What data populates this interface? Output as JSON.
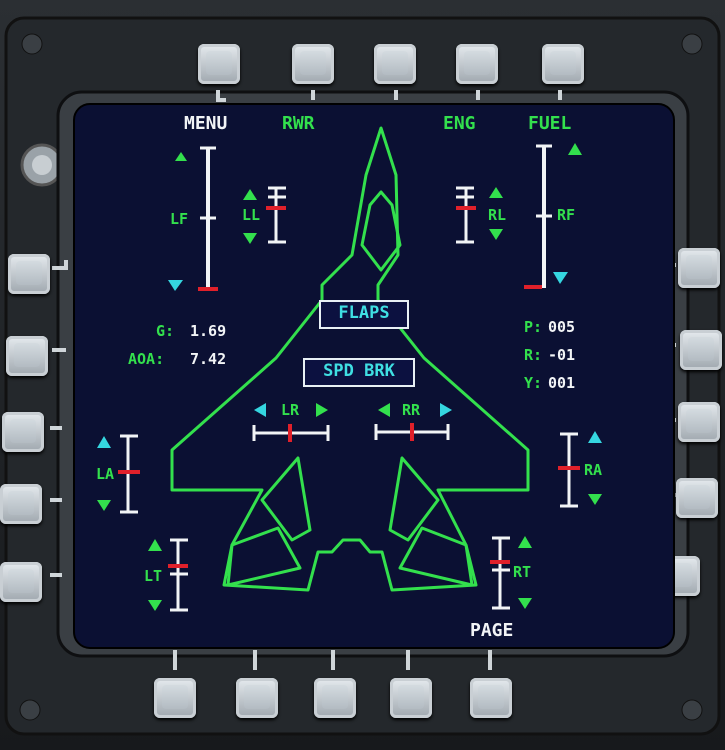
{
  "osb_labels": {
    "menu": "MENU",
    "rwr": "RWR",
    "eng": "ENG",
    "fuel": "FUEL",
    "page": "PAGE"
  },
  "surfaces": {
    "lf": "LF",
    "rf": "RF",
    "ll": "LL",
    "rl": "RL",
    "la": "LA",
    "ra": "RA",
    "lt": "LT",
    "rt": "RT",
    "lr": "LR",
    "rr": "RR"
  },
  "status": {
    "flaps": "FLAPS",
    "spd_brk": "SPD BRK"
  },
  "flight": {
    "g_label": "G:",
    "g_value": "1.69",
    "aoa_label": "AOA:",
    "aoa_value": "7.42",
    "p_label": "P:",
    "p_value": "005",
    "r_label": "R:",
    "r_value": "-01",
    "y_label": "Y:",
    "y_value": "001"
  },
  "colors": {
    "symbology_green": "#33e04d",
    "text_white": "#f2f4f6",
    "arrow_cyan": "#35d6e0",
    "indicator_red": "#e0202a",
    "screen_bg": "#0b1033"
  }
}
